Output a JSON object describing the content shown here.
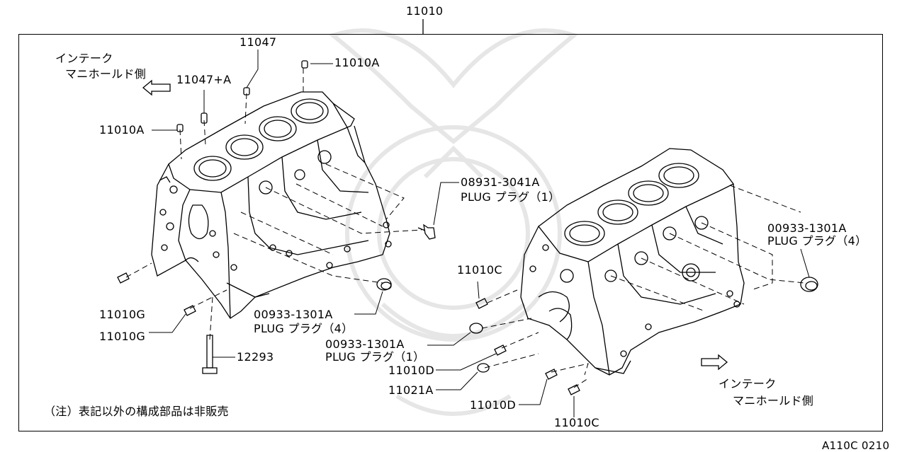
{
  "diagram": {
    "top_part": "11010",
    "footnote": "（注）表記以外の構成部品は非販売",
    "figure_code": "A110C 0210",
    "intake_left_line1": "インテーク",
    "intake_left_line2": "マニホールド側",
    "intake_right_line1": "インテーク",
    "intake_right_line2": "マニホールド側",
    "labels": {
      "p11047": "11047",
      "p11047A": "11047+A",
      "p11010A_top": "11010A",
      "p11010A_left": "11010A",
      "plug08931_num": "08931-3041A",
      "plug08931_desc": "PLUG プラグ（1）",
      "plug00933_right_num": "00933-1301A",
      "plug00933_right_desc": "PLUG プラグ（4）",
      "p11010G_1": "11010G",
      "p11010G_2": "11010G",
      "p12293": "12293",
      "plug00933_mid_num": "00933-1301A",
      "plug00933_mid_desc": "PLUG プラグ（4）",
      "plug00933_low_num": "00933-1301A",
      "plug00933_low_desc": "PLUG プラグ（1）",
      "p11010C_upper": "11010C",
      "p11010D_upper": "11010D",
      "p11021A": "11021A",
      "p11010D_lower": "11010D",
      "p11010C_lower": "11010C"
    }
  }
}
